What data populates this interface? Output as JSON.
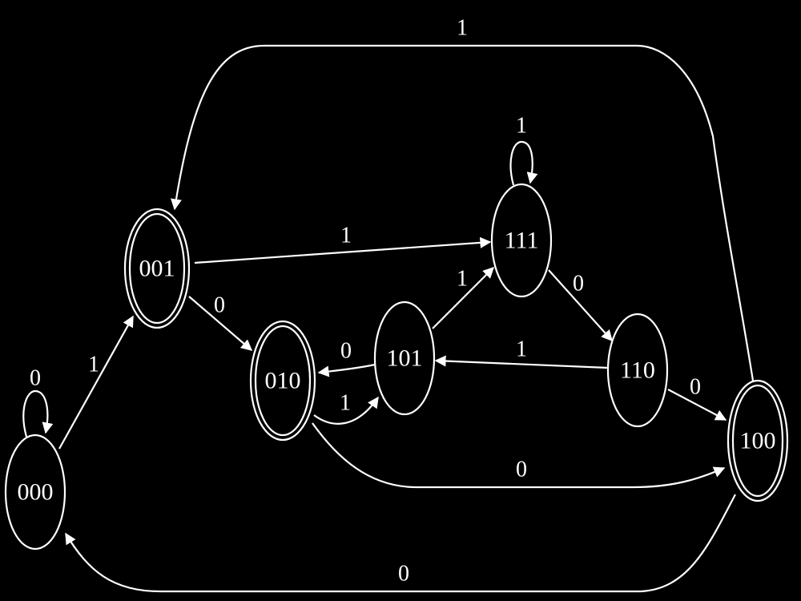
{
  "colors": {
    "background": "#000000",
    "stroke": "#ffffff",
    "text": "#ffffff"
  },
  "nodes": [
    {
      "id": "000",
      "label": "000",
      "accepting": false
    },
    {
      "id": "001",
      "label": "001",
      "accepting": true
    },
    {
      "id": "010",
      "label": "010",
      "accepting": true
    },
    {
      "id": "101",
      "label": "101",
      "accepting": false
    },
    {
      "id": "111",
      "label": "111",
      "accepting": false
    },
    {
      "id": "110",
      "label": "110",
      "accepting": false
    },
    {
      "id": "100",
      "label": "100",
      "accepting": true
    }
  ],
  "edges": [
    {
      "from": "000",
      "to": "000",
      "label": "0"
    },
    {
      "from": "000",
      "to": "001",
      "label": "1"
    },
    {
      "from": "001",
      "to": "010",
      "label": "0"
    },
    {
      "from": "001",
      "to": "111",
      "label": "1"
    },
    {
      "from": "010",
      "to": "101",
      "label": "1"
    },
    {
      "from": "010",
      "to": "100",
      "label": "0"
    },
    {
      "from": "101",
      "to": "010",
      "label": "0"
    },
    {
      "from": "101",
      "to": "111",
      "label": "1"
    },
    {
      "from": "111",
      "to": "111",
      "label": "1"
    },
    {
      "from": "111",
      "to": "110",
      "label": "0"
    },
    {
      "from": "110",
      "to": "101",
      "label": "1"
    },
    {
      "from": "110",
      "to": "100",
      "label": "0"
    },
    {
      "from": "100",
      "to": "001",
      "label": "1"
    },
    {
      "from": "100",
      "to": "000",
      "label": "0"
    }
  ]
}
